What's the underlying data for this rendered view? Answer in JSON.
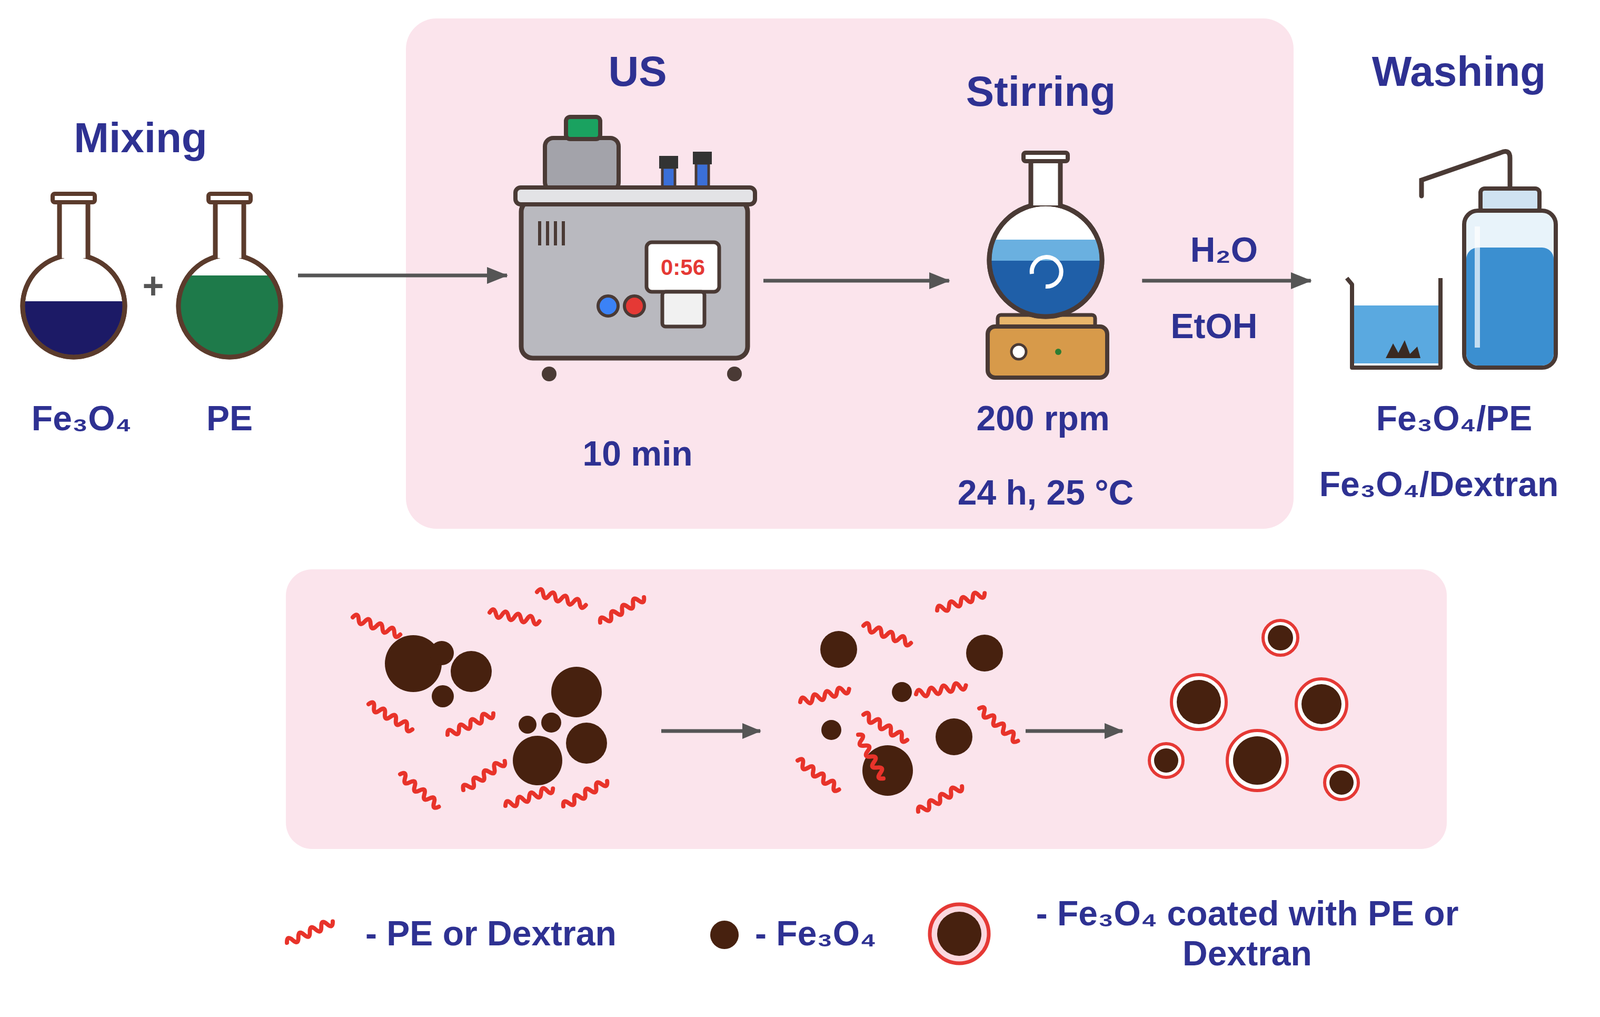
{
  "diagram": {
    "nodes": [
      {
        "text": [
          "Mixing"
        ]
      },
      {
        "text": [
          "Fe₃O₄"
        ],
        "in": 0
      },
      {
        "text": [
          "PE"
        ],
        "in": 0
      },
      {
        "text": [
          "US",
          "10 min"
        ]
      },
      {
        "text": [
          "Stirring",
          "200 rpm",
          "24 h, 25 °C"
        ]
      },
      {
        "text": [
          "Washing",
          "Fe₃O₄/PE",
          "Fe₃O₄/Dextran"
        ]
      }
    ],
    "edges": [
      {
        "from": 0,
        "to": 3,
        "arrow": "to"
      },
      {
        "from": 3,
        "to": 4,
        "arrow": "to"
      },
      {
        "from": 4,
        "to": 5,
        "arrow": "to"
      }
    ],
    "labels": [
      "+",
      "0:56",
      "H₂O",
      "EtOH"
    ],
    "legend": [
      {
        "text": "- PE or Dextran"
      },
      {
        "text": "- Fe₃O₄"
      },
      {
        "text": "- Fe₃O₄ coated with PE or Dextran"
      }
    ]
  }
}
